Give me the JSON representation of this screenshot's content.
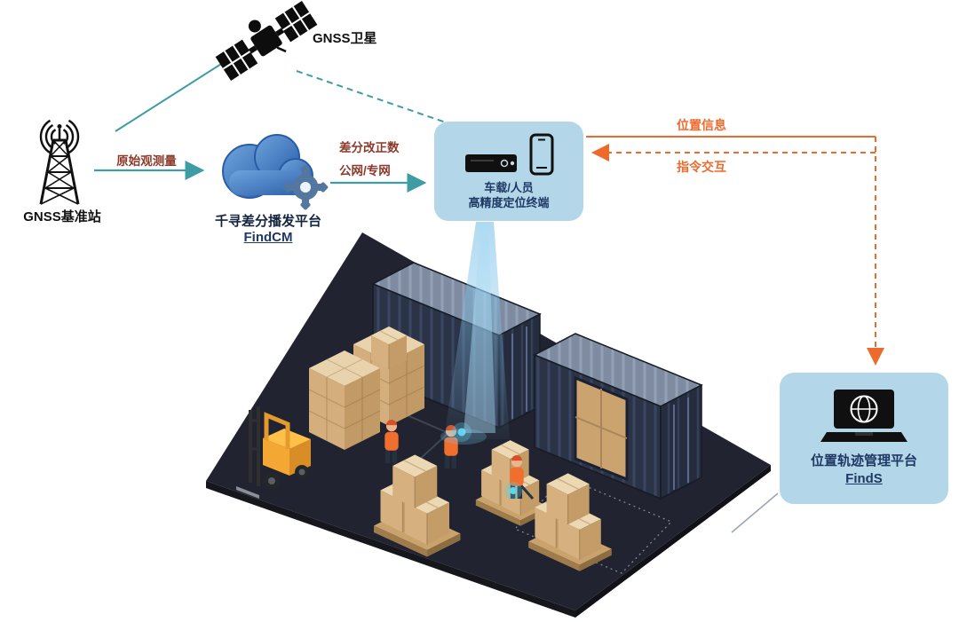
{
  "nodes": {
    "satellite": {
      "label": "GNSS卫星"
    },
    "base_station": {
      "label": "GNSS基准站"
    },
    "cloud": {
      "title": "千寻差分播发平台",
      "subtitle": "FindCM"
    },
    "terminal": {
      "line1": "车载/人员",
      "line2": "高精度定位终端"
    },
    "platform": {
      "title": "位置轨迹管理平台",
      "subtitle": "FindS"
    }
  },
  "edges": {
    "raw_observation": {
      "label": "原始观测量"
    },
    "correction": {
      "line1": "差分改正数",
      "line2": "公网/专网"
    },
    "position_info": {
      "label": "位置信息"
    },
    "command": {
      "label": "指令交互"
    }
  },
  "icons": {
    "satellite": "gnss-satellite-icon",
    "base_station": "radio-tower-icon",
    "cloud": "cloud-gear-icon",
    "terminal_devices": "receiver-and-phone-icons",
    "platform": "laptop-globe-icon"
  },
  "colors": {
    "teal": "#3f9ca4",
    "orange": "#ed6a2d",
    "label_red": "#8b3a2a",
    "navy": "#1f3864",
    "panel_blue": "#b3d6e9",
    "platform_dark": "#212430",
    "container_navy": "#2b3347",
    "crate_tan": "#d6b07e"
  }
}
